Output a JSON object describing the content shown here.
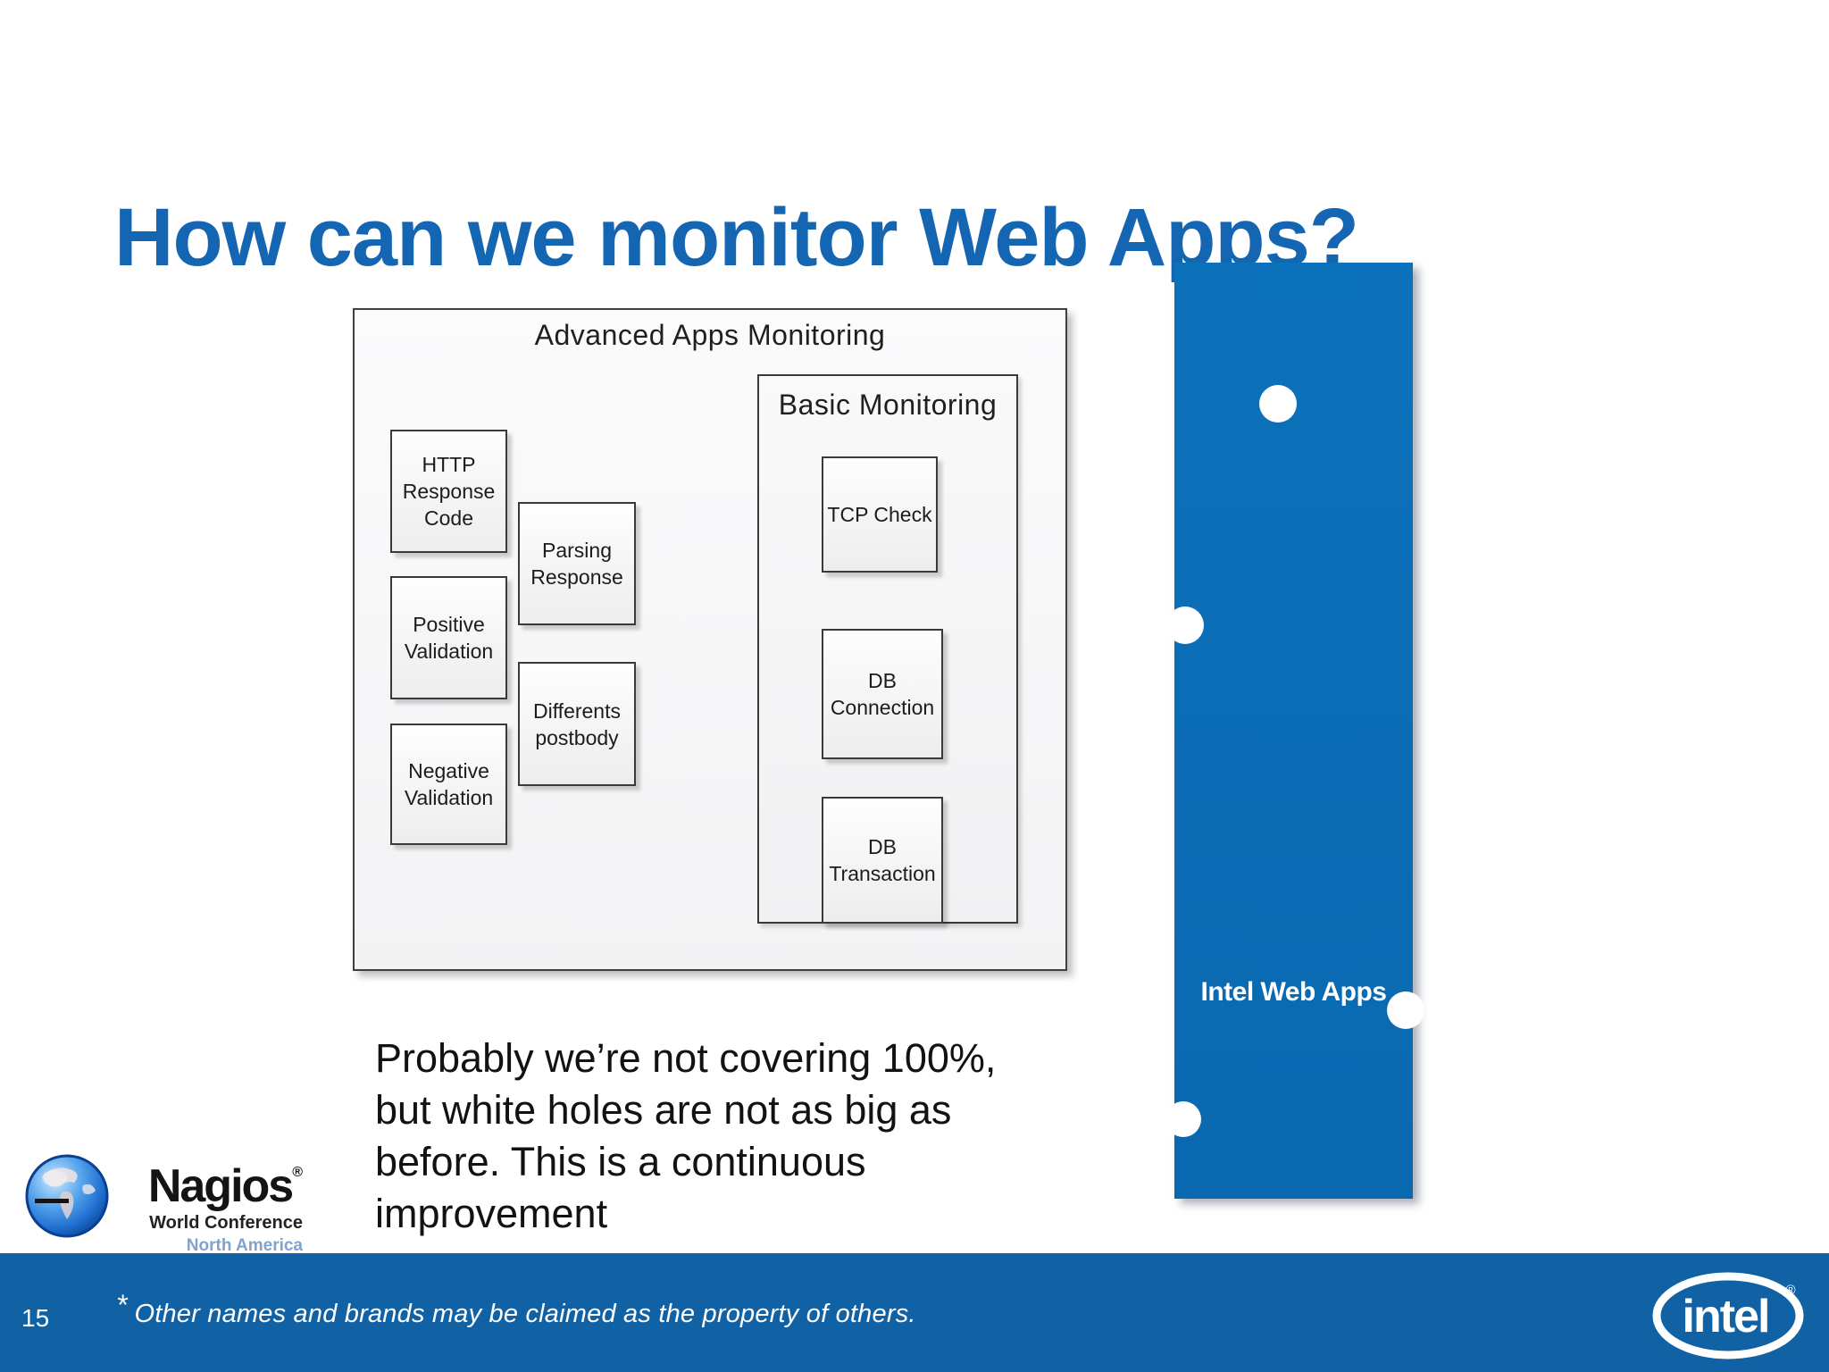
{
  "slide": {
    "title": "How can we monitor Web Apps?",
    "page_number": "15",
    "footnote_marker": "*",
    "footnote_text": "Other names and brands may be claimed as the property of others."
  },
  "diagram": {
    "title": "Advanced Apps Monitoring",
    "advanced_boxes": {
      "http_response_code": "HTTP\nResponse\nCode",
      "parsing_response": "Parsing\nResponse",
      "positive_validation": "Positive\nValidation",
      "differents_postbody": "Differents\npostbody",
      "negative_validation": "Negative\nValidation"
    },
    "basic_group": {
      "title": "Basic Monitoring",
      "boxes": {
        "tcp_check": "TCP Check",
        "db_connection": "DB\nConnection",
        "db_transaction": "DB\nTransaction"
      }
    }
  },
  "web_apps_bar": {
    "label": "Intel Web Apps"
  },
  "paragraph": {
    "lines": [
      "Probably we’re not covering 100%,",
      "but white holes are not as big as",
      "before. This is a continuous",
      "improvement"
    ]
  },
  "nagios_logo": {
    "name": "Nagios",
    "registered": "®",
    "line2": "World Conference",
    "line3": "North America"
  },
  "intel_logo": {
    "text": "intel",
    "registered": "®"
  },
  "colors": {
    "title_blue": "#1566b2",
    "bar_blue": "#0b6eb8",
    "footer_blue": "#1161a5",
    "north_america_blue": "#7fa3cd"
  }
}
